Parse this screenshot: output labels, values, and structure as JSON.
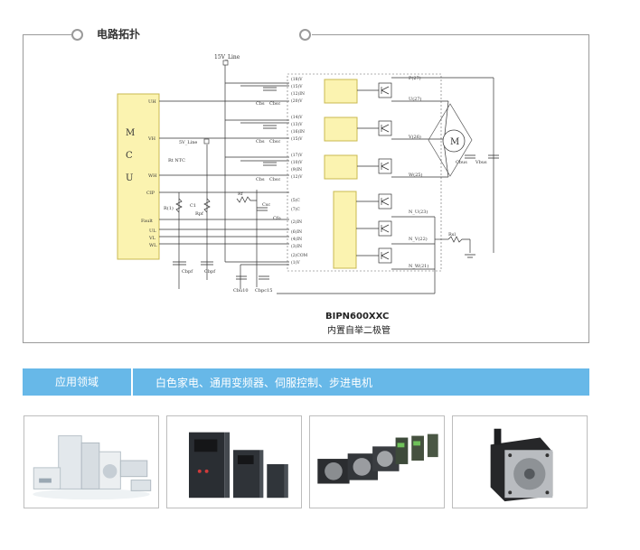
{
  "section": {
    "title": "电路拓扑"
  },
  "schematic": {
    "mcu_label": [
      "M",
      "C",
      "U"
    ],
    "mcu_pins": [
      "UH",
      "VH",
      "WH",
      "CIP",
      "Fault",
      "UL",
      "VL",
      "WL"
    ],
    "supply_15v": "15V_Line",
    "supply_5v": "5V_Line",
    "ntc_label": "Rt NTC",
    "hs_pins": [
      [
        "(18)V",
        "(15)V",
        "(12)IN",
        "(20)V"
      ],
      [
        "(14)V",
        "(13)V",
        "(16)IN",
        "(15)V"
      ],
      [
        "(17)V",
        "(10)V",
        "(9)IN",
        "(12)V"
      ]
    ],
    "ls_pins": [
      "(5)C",
      "(7)C",
      "(2)IN",
      "(6)IN",
      "(4)IN",
      "(3)IN",
      "(2)COM",
      "(1)V"
    ],
    "outputs": [
      "P(27)",
      "U(27)",
      "V(26)",
      "W(25)",
      "N_U(23)",
      "N_V(22)",
      "N_W(21)"
    ],
    "cap_labels": [
      "Cbs",
      "Cbsc",
      "Cbs",
      "Cbsc",
      "Cbs",
      "Cbsc",
      "Csc",
      "Cfo",
      "Cbpf",
      "Cbpf",
      "Cbu10",
      "Cbpc15"
    ],
    "passives": [
      "R(1)",
      "C1",
      "Rpf",
      "Rf",
      "Rsl",
      "Cbus",
      "Vbus"
    ],
    "motor": "M"
  },
  "caption": {
    "part_number": "BIPN600XXC",
    "description": "内置自举二极管"
  },
  "applications": {
    "label": "应用领域",
    "value": "白色家电、通用变频器、伺服控制、步进电机"
  },
  "photos": [
    {
      "icon": "home-appliance-photo-icon"
    },
    {
      "icon": "frequency-inverter-photo-icon"
    },
    {
      "icon": "servo-motor-photo-icon"
    },
    {
      "icon": "stepper-motor-photo-icon"
    }
  ]
}
